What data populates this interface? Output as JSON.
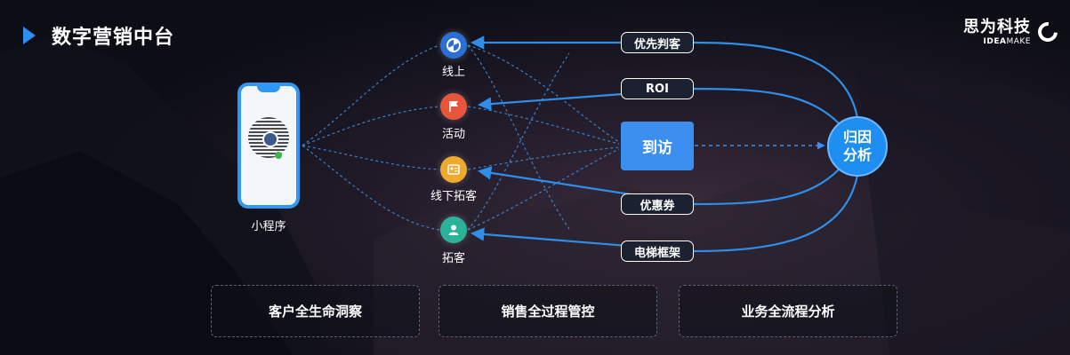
{
  "title": "数字营销中台",
  "brand": {
    "cn": "思为科技",
    "en_bold": "IDEA",
    "en_light": "MAKE"
  },
  "phone_label": "小程序",
  "channels": [
    "线上",
    "活动",
    "线下拓客",
    "拓客"
  ],
  "pills": [
    "优先判客",
    "ROI",
    "优惠券",
    "电梯框架"
  ],
  "visit": "到访",
  "attribution": [
    "归因",
    "分析"
  ],
  "bottom_boxes": [
    "客户全生命洞察",
    "销售全过程管控",
    "业务全流程分析"
  ],
  "colors": {
    "accent": "#2e8ef2",
    "line": "#2f8fe8",
    "node_online": "#2a6fd6",
    "node_event": "#e8553a",
    "node_offline": "#f0a92a",
    "node_client": "#2bb39a"
  },
  "icons": [
    "pinwheel-icon",
    "flag-icon",
    "id-card-icon",
    "person-icon"
  ]
}
